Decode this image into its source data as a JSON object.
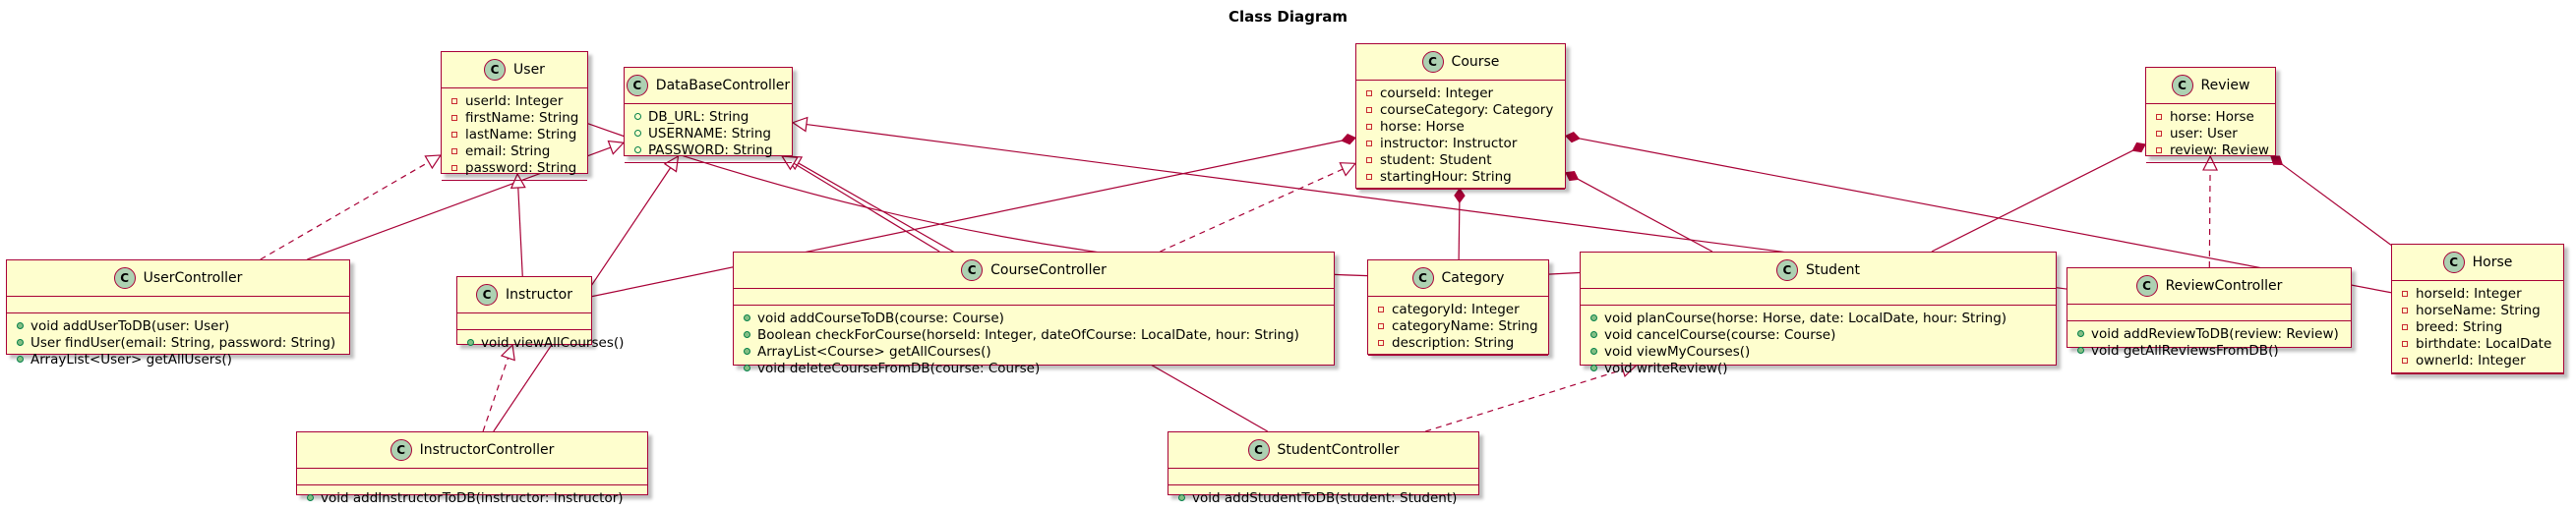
{
  "title": "Class Diagram",
  "colors": {
    "class_fill": "#FEFECE",
    "border": "#A80036",
    "badge_fill": "#ADD1B2",
    "private_marker": "#C82930",
    "public_marker": "#038048"
  },
  "classes": {
    "user": {
      "badge": "C",
      "name": "User",
      "fields": [
        "userId: Integer",
        "firstName: String",
        "lastName: String",
        "email: String",
        "password: String"
      ],
      "methods": []
    },
    "dbc": {
      "badge": "C",
      "name": "DataBaseController",
      "fields": [
        "DB_URL: String",
        "USERNAME: String",
        "PASSWORD: String"
      ],
      "methods": []
    },
    "course": {
      "badge": "C",
      "name": "Course",
      "fields": [
        "courseId: Integer",
        "courseCategory: Category",
        "horse: Horse",
        "instructor: Instructor",
        "student: Student",
        "startingHour: String"
      ],
      "methods": []
    },
    "review": {
      "badge": "C",
      "name": "Review",
      "fields": [
        "horse: Horse",
        "user: User",
        "review: Review"
      ],
      "methods": []
    },
    "userController": {
      "badge": "C",
      "name": "UserController",
      "fields": [],
      "methods": [
        "void addUserToDB(user: User)",
        "User findUser(email: String, password: String)",
        "ArrayList<User> getAllUsers()"
      ]
    },
    "instructor": {
      "badge": "C",
      "name": "Instructor",
      "fields": [],
      "methods": [
        "void viewAllCourses()"
      ]
    },
    "courseController": {
      "badge": "C",
      "name": "CourseController",
      "fields": [],
      "methods": [
        "void addCourseToDB(course: Course)",
        "Boolean checkForCourse(horseId: Integer, dateOfCourse: LocalDate, hour: String)",
        "ArrayList<Course> getAllCourses()",
        "void deleteCourseFromDB(course: Course)"
      ]
    },
    "category": {
      "badge": "C",
      "name": "Category",
      "fields": [
        "categoryId: Integer",
        "categoryName: String",
        "description: String"
      ],
      "methods": []
    },
    "student": {
      "badge": "C",
      "name": "Student",
      "fields": [],
      "methods": [
        "void planCourse(horse: Horse, date: LocalDate, hour: String)",
        "void cancelCourse(course: Course)",
        "void viewMyCourses()",
        "void writeReview()"
      ]
    },
    "reviewController": {
      "badge": "C",
      "name": "ReviewController",
      "fields": [],
      "methods": [
        "void addReviewToDB(review: Review)",
        "void getAllReviewsFromDB()"
      ]
    },
    "horse": {
      "badge": "C",
      "name": "Horse",
      "fields": [
        "horseId: Integer",
        "horseName: String",
        "breed: String",
        "birthdate: LocalDate",
        "ownerId: Integer"
      ],
      "methods": []
    },
    "instructorController": {
      "badge": "C",
      "name": "InstructorController",
      "fields": [],
      "methods": [
        "void addInstructorToDB(instructor: Instructor)"
      ]
    },
    "studentController": {
      "badge": "C",
      "name": "StudentController",
      "fields": [],
      "methods": [
        "void addStudentToDB(student: Student)"
      ]
    }
  },
  "relations": [
    {
      "from": "userController",
      "to": "user",
      "kind": "realization"
    },
    {
      "from": "userController",
      "to": "dbc",
      "kind": "inheritance"
    },
    {
      "from": "instructor",
      "to": "user",
      "kind": "inheritance"
    },
    {
      "from": "instructorController",
      "to": "dbc",
      "kind": "inheritance"
    },
    {
      "from": "studentController",
      "to": "dbc",
      "kind": "inheritance"
    },
    {
      "from": "courseController",
      "to": "dbc",
      "kind": "inheritance"
    },
    {
      "from": "reviewController",
      "to": "dbc",
      "kind": "inheritance"
    },
    {
      "from": "courseController",
      "to": "course",
      "kind": "realization"
    },
    {
      "from": "instructorController",
      "to": "instructor",
      "kind": "realization"
    },
    {
      "from": "studentController",
      "to": "student",
      "kind": "realization"
    },
    {
      "from": "reviewController",
      "to": "review",
      "kind": "realization"
    },
    {
      "from": "user",
      "to": "student",
      "kind": "association"
    },
    {
      "from": "course",
      "to": "instructor",
      "kind": "composition"
    },
    {
      "from": "course",
      "to": "category",
      "kind": "composition"
    },
    {
      "from": "course",
      "to": "student",
      "kind": "composition"
    },
    {
      "from": "course",
      "to": "horse",
      "kind": "composition"
    },
    {
      "from": "review",
      "to": "student",
      "kind": "composition"
    },
    {
      "from": "review",
      "to": "horse",
      "kind": "composition"
    }
  ]
}
